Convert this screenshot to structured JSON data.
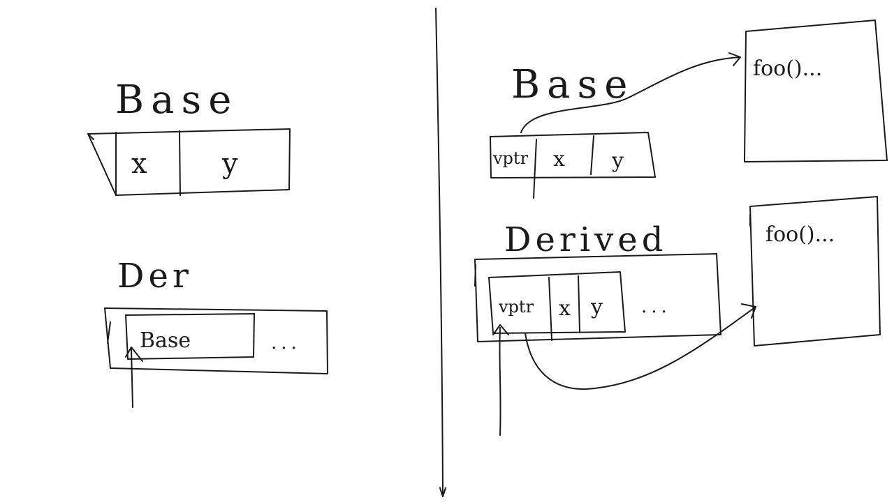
{
  "left": {
    "base_label": "Base",
    "base_cells": [
      "x",
      "y"
    ],
    "derived_label": "Der",
    "derived_inner": "Base",
    "derived_ellipsis": "..."
  },
  "right": {
    "base_label": "Base",
    "base_cells": [
      "vptr",
      "x",
      "y"
    ],
    "base_vtable": "foo()...",
    "derived_label": "Derived",
    "derived_cells": [
      "vptr",
      "x",
      "y"
    ],
    "derived_ellipsis": "...",
    "derived_vtable": "foo()..."
  }
}
